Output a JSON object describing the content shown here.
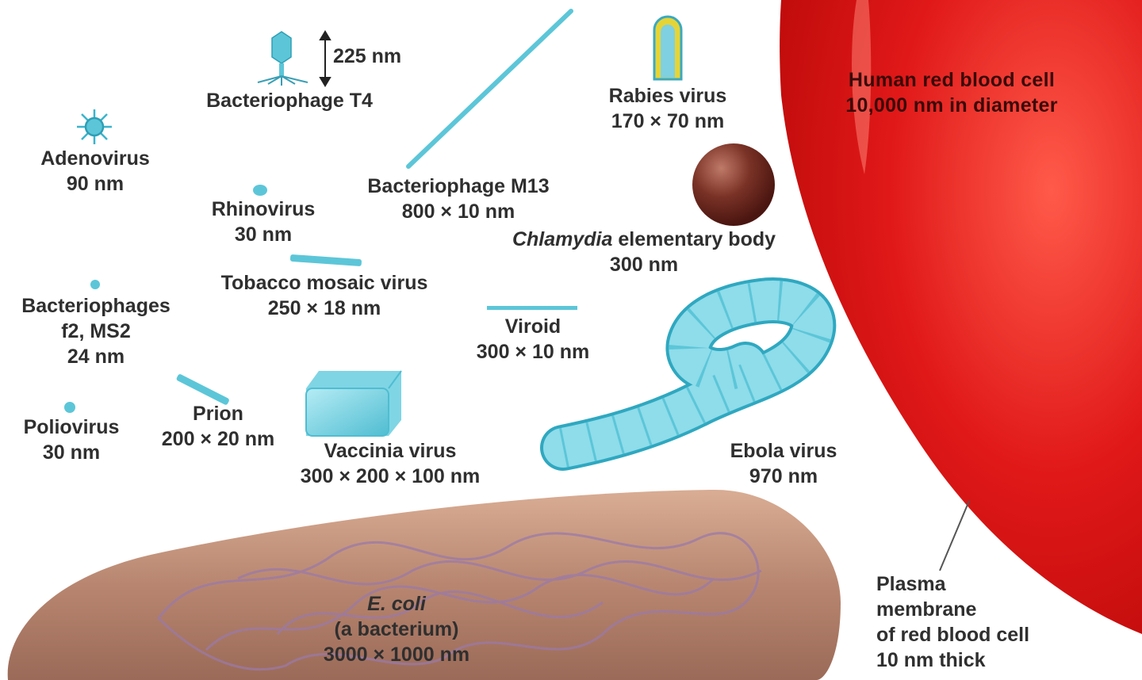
{
  "organisms": [
    {
      "key": "bacteriophage_t4",
      "name": "Bacteriophage T4",
      "scale_note": "225 nm"
    },
    {
      "key": "adenovirus",
      "name": "Adenovirus",
      "size": "90 nm"
    },
    {
      "key": "bacteriophage_m13",
      "name": "Bacteriophage M13",
      "size": "800 × 10 nm"
    },
    {
      "key": "rabies",
      "name": "Rabies virus",
      "size": "170 × 70 nm"
    },
    {
      "key": "rhinovirus",
      "name": "Rhinovirus",
      "size": "30 nm"
    },
    {
      "key": "chlamydia",
      "name_italic": "Chlamydia",
      "name_rest": " elementary body",
      "size": "300 nm"
    },
    {
      "key": "tmv",
      "name": "Tobacco mosaic virus",
      "size": "250 × 18 nm"
    },
    {
      "key": "phages_f2",
      "name": "Bacteriophages",
      "name2": "f2, MS2",
      "size": "24 nm"
    },
    {
      "key": "viroid",
      "name": "Viroid",
      "size": "300 × 10 nm"
    },
    {
      "key": "prion",
      "name": "Prion",
      "size": "200 × 20 nm"
    },
    {
      "key": "poliovirus",
      "name": "Poliovirus",
      "size": "30 nm"
    },
    {
      "key": "vaccinia",
      "name": "Vaccinia virus",
      "size": "300 × 200 × 100 nm"
    },
    {
      "key": "ebola",
      "name": "Ebola virus",
      "size": "970 nm"
    },
    {
      "key": "ecoli",
      "name_italic": "E. coli",
      "name2": "(a bacterium)",
      "size": "3000 × 1000 nm"
    },
    {
      "key": "rbc",
      "name": "Human red blood cell",
      "size": "10,000 nm in diameter"
    }
  ],
  "membrane_note": [
    "Plasma",
    "membrane",
    "of red blood cell",
    "10 nm thick"
  ],
  "colors": {
    "virus": "#5cc6d8",
    "rbc": "#d81a1a",
    "ecoli": "#b98a72",
    "chlamydia": "#6b2a22",
    "text": "#2f2f2f"
  }
}
